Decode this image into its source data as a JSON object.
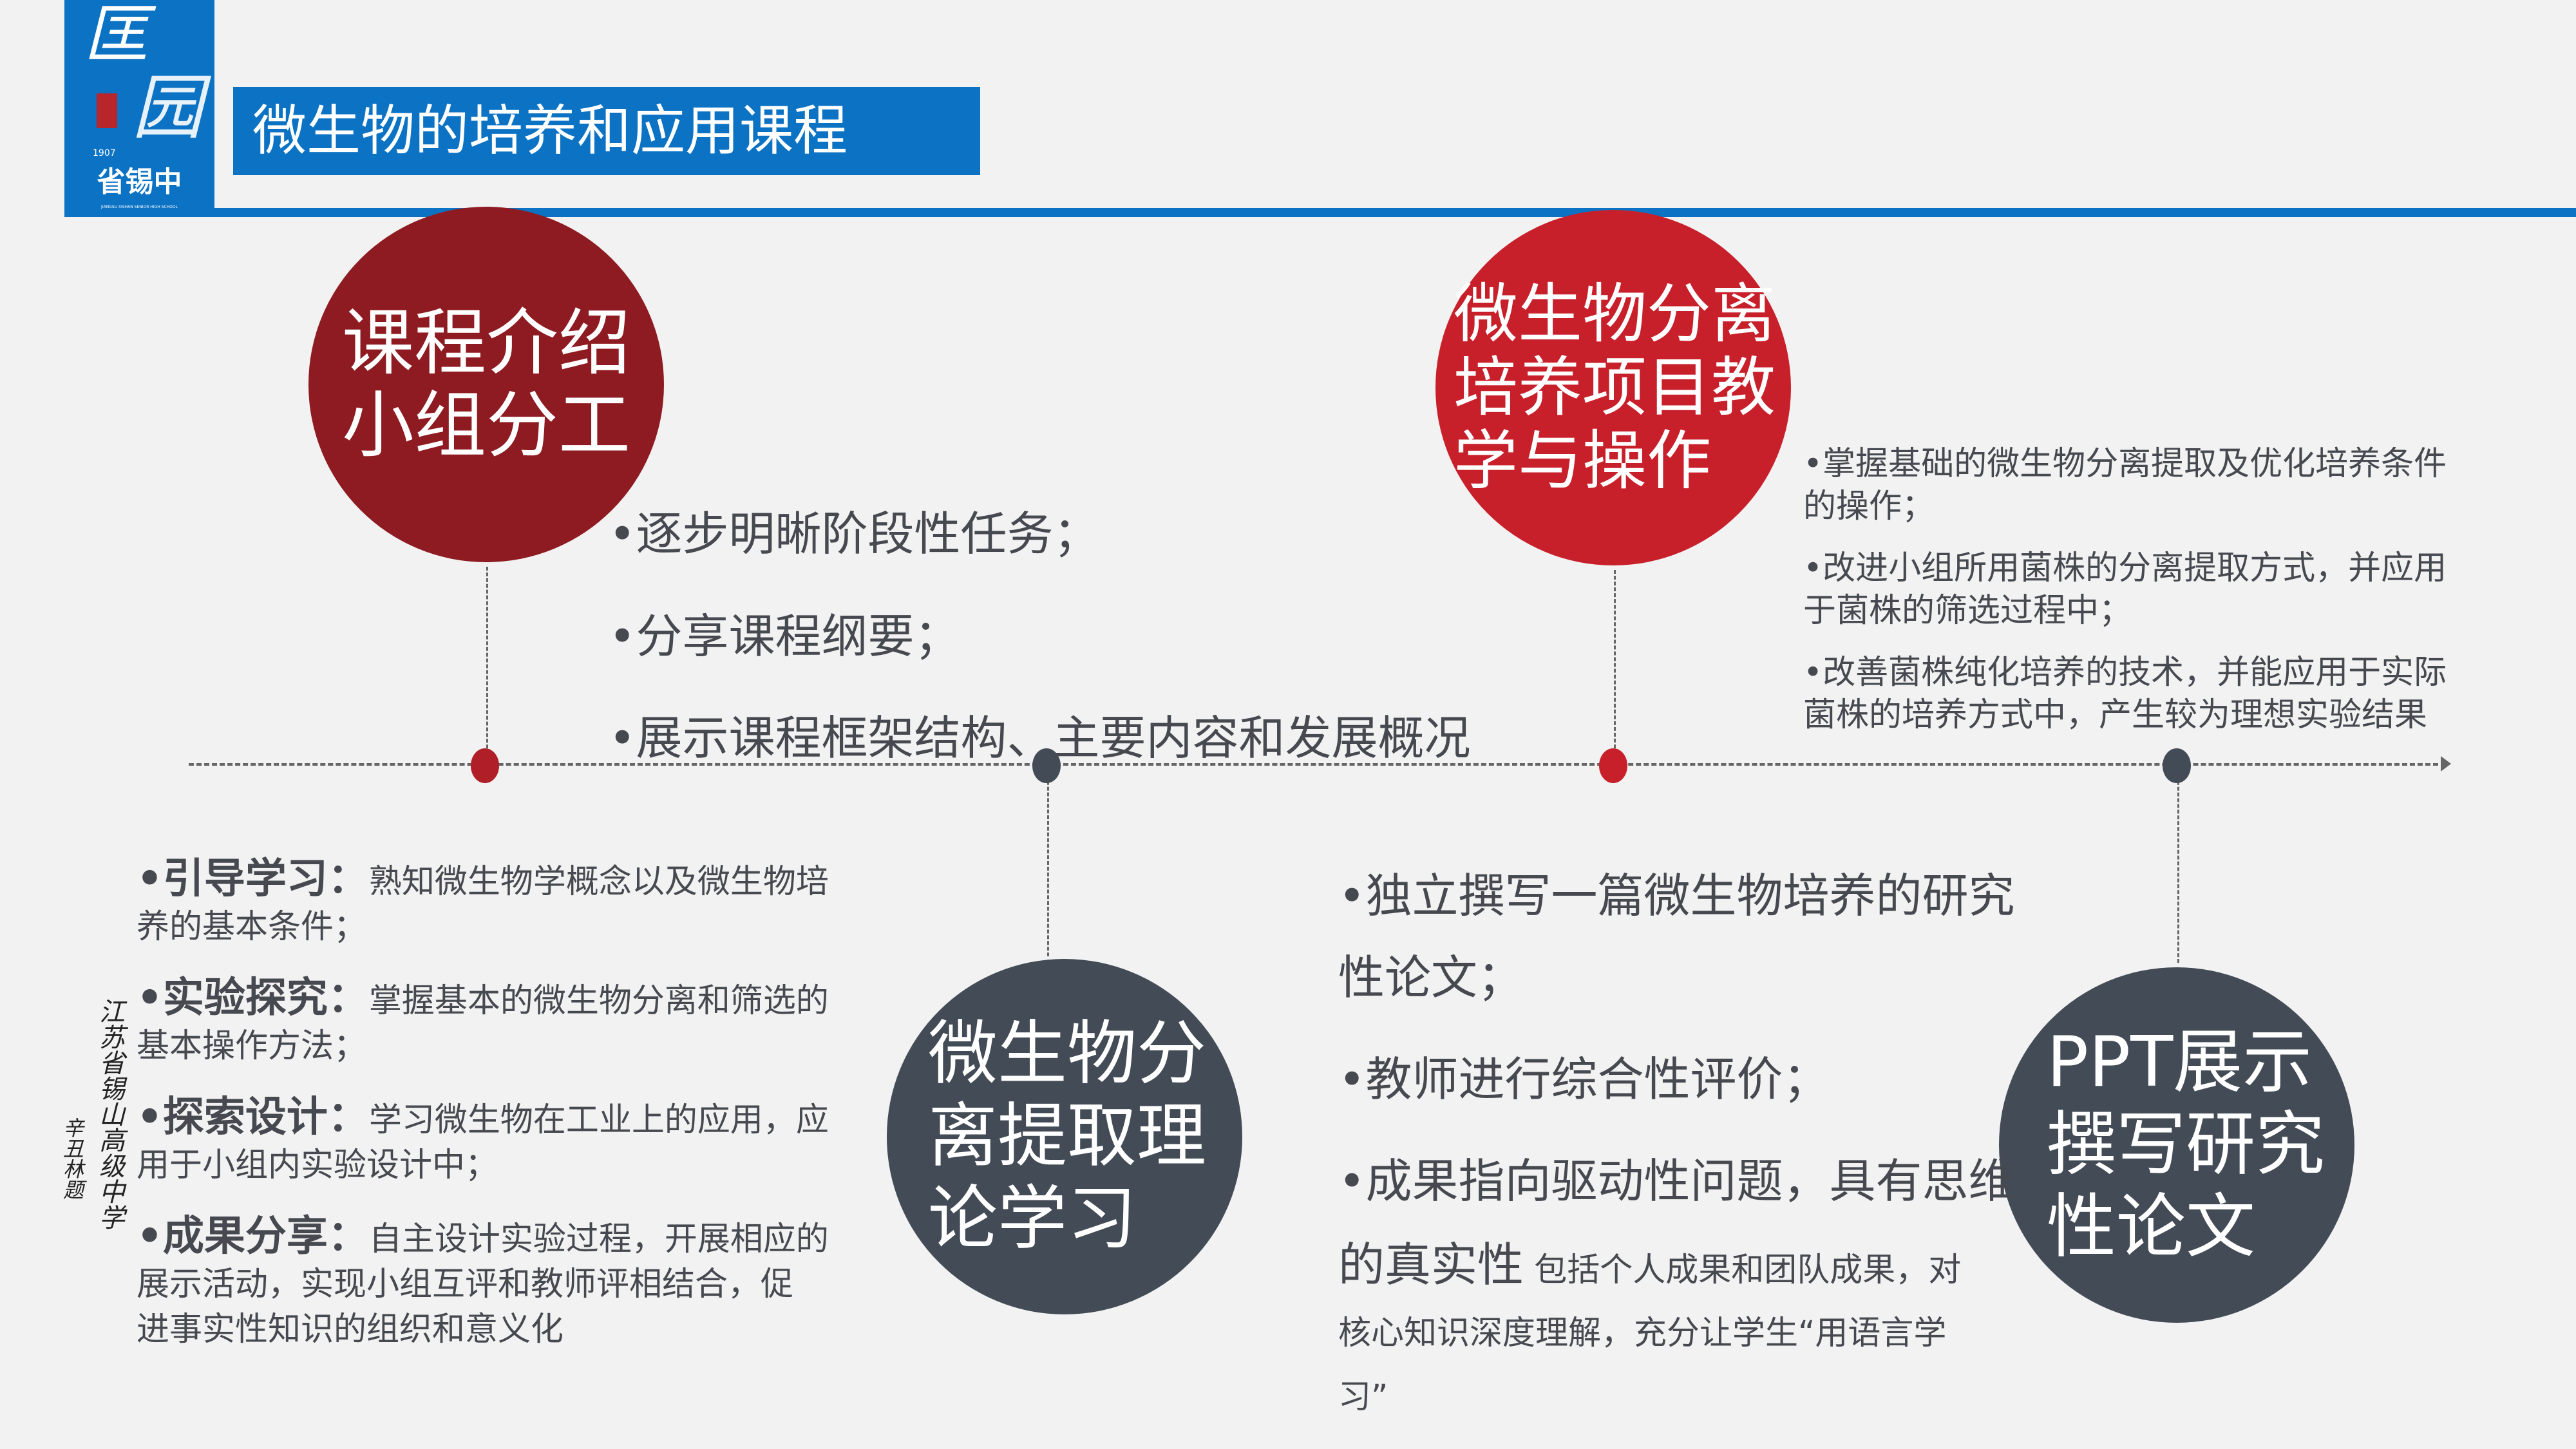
{
  "logo": {
    "calligraphy": "匡园",
    "year": "1907",
    "name": "省锡中",
    "subtitle": "JIANGSU XISHAN SENIOR HIGH SCHOOL"
  },
  "title": "微生物的培养和应用课程",
  "colors": {
    "blue": "#0b72c4",
    "dark_red": "#8e1b21",
    "red": "#c8202b",
    "slate": "#434c56",
    "background": "#f2f2f2",
    "text": "#464a50"
  },
  "stages": [
    {
      "lines": [
        "课程介绍",
        "小组分工"
      ]
    },
    {
      "lines": [
        "微生物分",
        "离提取理",
        "论学习"
      ]
    },
    {
      "lines": [
        "微生物分离",
        "培养项目教",
        "学与操作"
      ]
    },
    {
      "lines": [
        "PPT展示",
        "撰写研究",
        "性论文"
      ]
    }
  ],
  "stage1_points": [
    "•逐步明晰阶段性任务；",
    "•分享课程纲要；",
    "•展示课程框架结构、主要内容和发展概况"
  ],
  "stage2_points": [
    {
      "heading": "•引导学习：",
      "text": "熟知微生物学概念以及微生物培",
      "cont": "养的基本条件；"
    },
    {
      "heading": "•实验探究：",
      "text": "掌握基本的微生物分离和筛选的",
      "cont": "基本操作方法；"
    },
    {
      "heading": "•探索设计：",
      "text": "学习微生物在工业上的应用，应",
      "cont": "用于小组内实验设计中；"
    },
    {
      "heading": "•成果分享：",
      "text": "自主设计实验过程，开展相应的",
      "cont": "展示活动，实现小组互评和教师评相结合，促",
      "cont2": "进事实性知识的组织和意义化"
    }
  ],
  "stage3_points": [
    [
      "•掌握基础的微生物分离提取及优化培养条件",
      "的操作；"
    ],
    [
      "•改进小组所用菌株的分离提取方式，并应用",
      "于菌株的筛选过程中；"
    ],
    [
      "•改善菌株纯化培养的技术，并能应用于实际",
      "菌株的培养方式中，产生较为理想实验结果"
    ]
  ],
  "stage4_points": {
    "p1": [
      "•独立撰写一篇微生物培养的研究",
      "性论文；"
    ],
    "p2": "•教师进行综合性评价；",
    "p3_line1": "•成果指向驱动性问题，具有思维",
    "p3_big": "的真实性",
    "p3_small": " 包括个人成果和团队成果，对",
    "p3_line3": "核心知识深度理解，充分让学生“用语言学",
    "p3_line4": "习”"
  },
  "inscription": {
    "main": "江苏省锡山高级中学",
    "signature": "辛丑林题"
  }
}
